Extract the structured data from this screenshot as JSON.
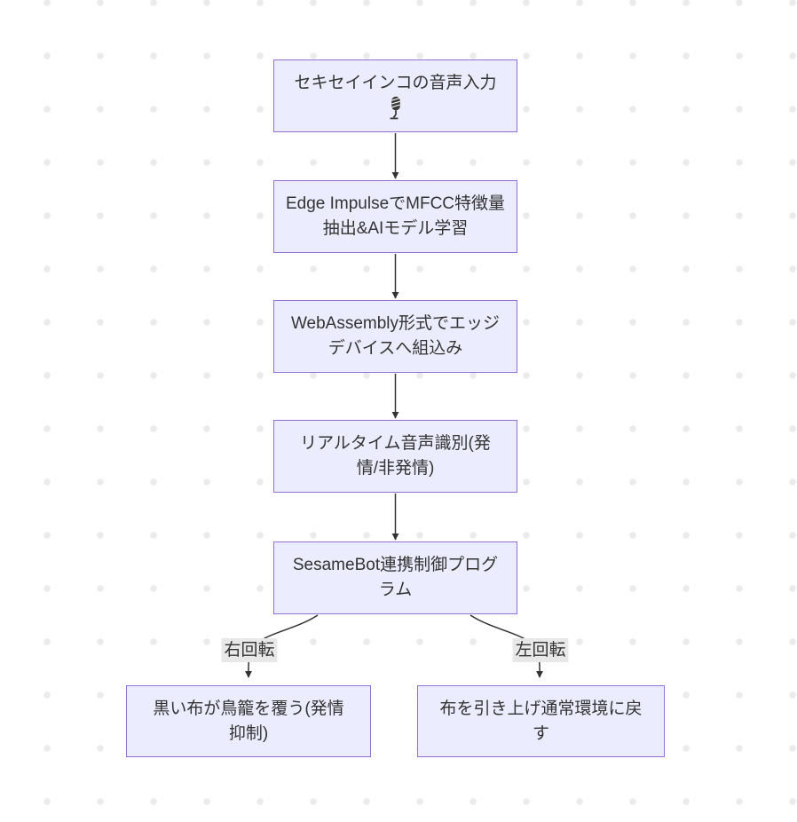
{
  "diagram": {
    "type": "flowchart",
    "direction": "top-down",
    "nodes": [
      {
        "id": "A",
        "lines": [
          "セキセイインコの音声入力"
        ],
        "icon": "studio-microphone"
      },
      {
        "id": "B",
        "lines": [
          "Edge ImpulseでMFCC特徴量",
          "抽出&AIモデル学習"
        ]
      },
      {
        "id": "C",
        "lines": [
          "WebAssembly形式でエッジ",
          "デバイスへ組込み"
        ]
      },
      {
        "id": "D",
        "lines": [
          "リアルタイム音声識別(発",
          "情/非発情)"
        ]
      },
      {
        "id": "E",
        "lines": [
          "SesameBot連携制御プログ",
          "ラム"
        ]
      },
      {
        "id": "F",
        "lines": [
          "黒い布が鳥籠を覆う(発情",
          "抑制)"
        ]
      },
      {
        "id": "G",
        "lines": [
          "布を引き上げ通常環境に戻",
          "す"
        ]
      }
    ],
    "edges": [
      {
        "from": "A",
        "to": "B",
        "label": ""
      },
      {
        "from": "B",
        "to": "C",
        "label": ""
      },
      {
        "from": "C",
        "to": "D",
        "label": ""
      },
      {
        "from": "D",
        "to": "E",
        "label": ""
      },
      {
        "from": "E",
        "to": "F",
        "label": "右回転"
      },
      {
        "from": "E",
        "to": "G",
        "label": "左回転"
      }
    ],
    "colors": {
      "node_fill": "#ECECFF",
      "node_border": "#9370DB",
      "edge_line": "#333333",
      "edge_label_background": "#e8e8e8",
      "text": "#333333",
      "dot_grid": "#ebebeb",
      "background": "#ffffff"
    }
  }
}
